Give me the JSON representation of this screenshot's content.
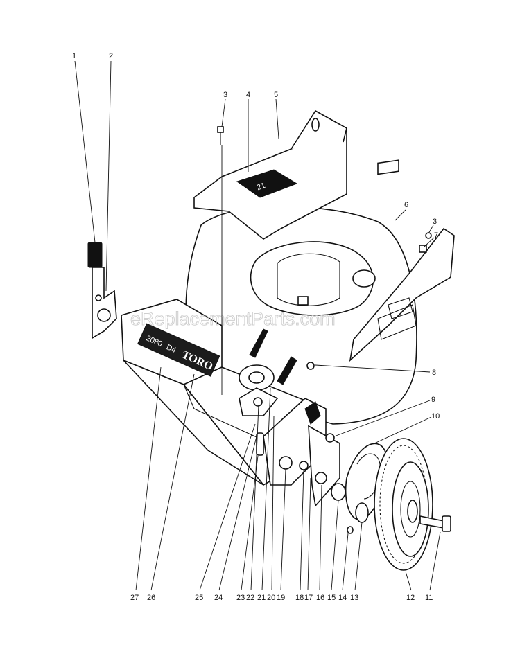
{
  "watermark": "eReplacementParts.com",
  "deck_badge": {
    "brand": "TORO",
    "model_code": "2080",
    "model_suffix": "D4"
  },
  "footer_text": "",
  "callouts": {
    "c1": "1",
    "c2": "2",
    "c3": "3",
    "c3b": "3",
    "c4": "4",
    "c5": "5",
    "c6": "6",
    "c7": "7",
    "c8": "8",
    "c9": "9",
    "c10": "10",
    "c11": "11",
    "c12": "12",
    "c13": "13",
    "c14": "14",
    "c15": "15",
    "c16": "16",
    "c17": "17",
    "c18": "18",
    "c19": "19",
    "c20": "20",
    "c21": "21",
    "c22": "22",
    "c23": "23",
    "c24": "24",
    "c25": "25",
    "c26": "26",
    "c27": "27"
  }
}
